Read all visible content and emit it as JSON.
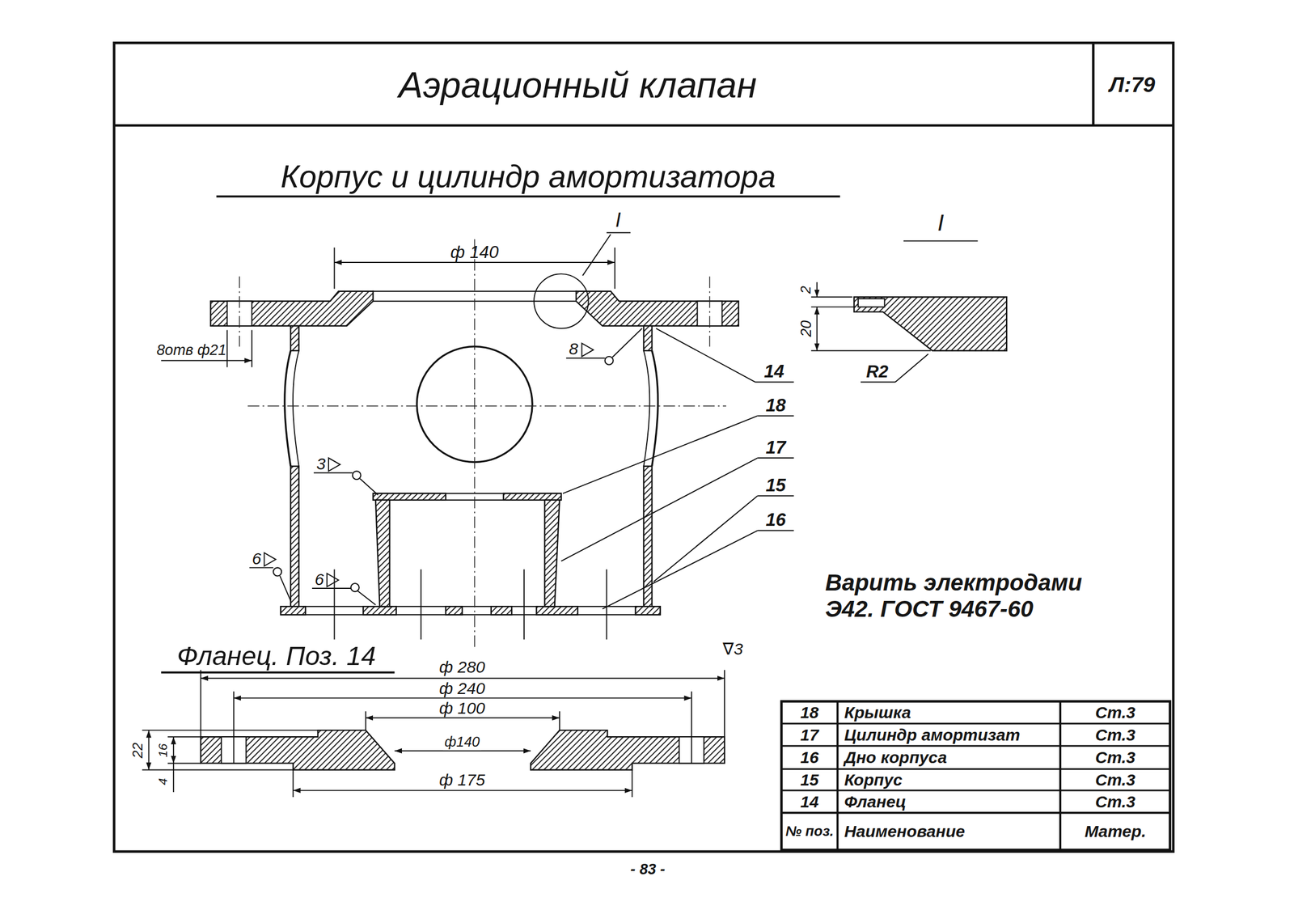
{
  "diagram": {
    "title": "Аэрационный клапан",
    "labels": [
      "Л:79",
      "Корпус и цилиндр амортизатора",
      "ф 140",
      "I",
      "8отв ф21",
      "8",
      "14",
      "18",
      "17",
      "15",
      "16",
      "3",
      "6",
      "6",
      "I",
      "2",
      "20",
      "R2",
      "Варить электродами Э42. ГОСТ 9467-60",
      "Фланец. Поз. 14",
      "∇3",
      "ф 280",
      "ф 240",
      "ф 100",
      "ф140",
      "ф 175",
      "22",
      "16",
      "4",
      "18",
      "Крышка",
      "Ст.3",
      "17",
      "Цилиндр амортизат",
      "Ст.3",
      "16",
      "Дно корпуса",
      "Ст.3",
      "15",
      "Корпус",
      "Ст.3",
      "14",
      "Фланец",
      "Ст.3",
      "№ поз.",
      "Наименование",
      "Матер.",
      "- 83 -"
    ]
  }
}
